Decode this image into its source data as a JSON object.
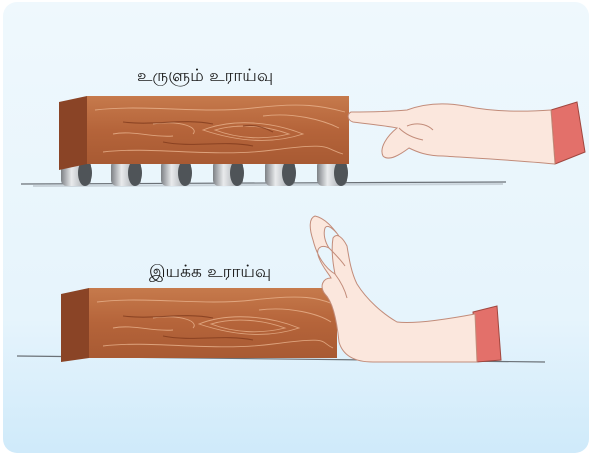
{
  "figure": {
    "rolling_friction_label": "உருளும் உராய்வு",
    "kinetic_friction_label": "இயக்க உராய்வு"
  },
  "colors": {
    "background": "#e8f5fc",
    "wood_face": "#b9693e",
    "wood_end": "#8a4426",
    "skin": "#fbe7dd",
    "sleeve": "#e3706a",
    "roller": "#b8bcc0"
  },
  "rollers": {
    "count": 6
  }
}
